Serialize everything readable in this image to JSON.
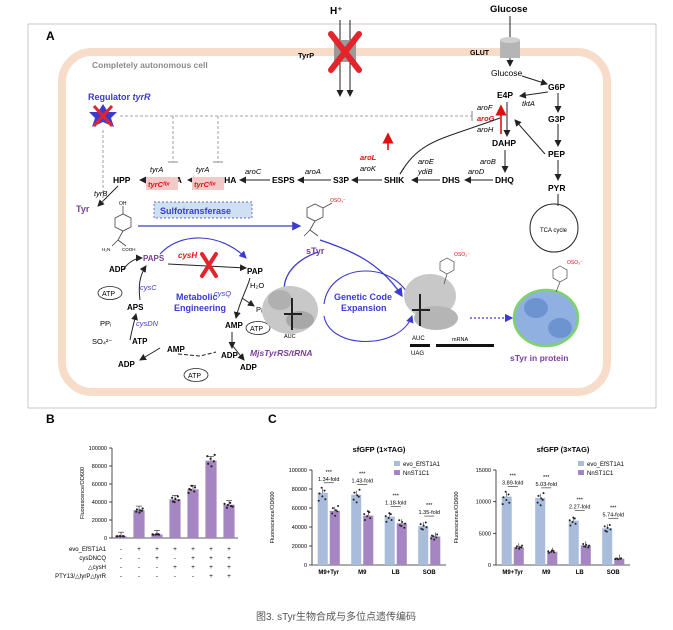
{
  "panelA": {
    "letter": "A",
    "cell_label": "Completely autonomous cell",
    "glucose_top": "Glucose",
    "glut": "GLUT",
    "glucose_in": "Glucose",
    "h_plus": "H⁺",
    "tyrp": "TyrP",
    "regulator_prefix": "Regulator ",
    "regulator_gene": "tyrR",
    "metabolites": {
      "g6p": "G6P",
      "e4p": "E4P",
      "g3p": "G3P",
      "pep": "PEP",
      "pyr": "PYR",
      "dahp": "DAHP",
      "dhq": "DHQ",
      "dhs": "DHS",
      "shik": "SHIK",
      "s3p": "S3P",
      "esps": "ESPS",
      "cha": "CHA",
      "ppa": "PPA",
      "hpp": "HPP",
      "tyr": "Tyr",
      "paps": "PAPS",
      "pap": "PAP",
      "h2o": "H₂O",
      "pi": "Pᵢ",
      "amp": "AMP",
      "atp": "ATP",
      "adp": "ADP",
      "aps": "APS",
      "ppi": "PPᵢ",
      "so4": "SO₄²⁻"
    },
    "genes": {
      "tkta": "tktA",
      "arof": "aroF",
      "arog": "aroG",
      "aroh": "aroH",
      "arob": "aroB",
      "arod": "aroD",
      "aroe": "aroE",
      "ydib": "ydiB",
      "arol": "aroL",
      "arok": "aroK",
      "aroa": "aroA",
      "aroc": "aroC",
      "tyra": "tyrA",
      "tyrcfbr": "tyrCᶠᵇʳ",
      "tyrb": "tyrB",
      "cysh": "cysH",
      "cysc": "cysC",
      "cysq": "cysQ",
      "cysdn": "cysDN"
    },
    "sulfotransferase": "Sulfotransferase",
    "metabolic_engineering": "Metabolic\nEngineering",
    "genetic_code_expansion": "Genetic Code\nExpansion",
    "styr": "sTyr",
    "rs_trna": "MjsTyrRS/tRNA",
    "auc": "AUC",
    "auc2": "AUC",
    "uag": "UAG",
    "mrna": "mRNA",
    "tca": "TCA cycle",
    "styr_protein": "sTyr in protein",
    "so3": "OSO₃⁻",
    "oh": "OH",
    "nh2": "H₂N",
    "cooh": "COOH"
  },
  "panelB": {
    "letter": "B",
    "ylabel": "Fluorescence/OD600",
    "yticks": [
      "0",
      "20000",
      "40000",
      "60000",
      "80000",
      "100000"
    ],
    "row_labels": [
      "evo_EfST1A1",
      "cysDNCQ",
      "△cysH",
      "PTY13/△tyrP△tyrR"
    ],
    "row_marks": [
      [
        "-",
        "+",
        "+",
        "+",
        "+",
        "+",
        "+"
      ],
      [
        "-",
        "-",
        "+",
        "-",
        "+",
        "+",
        "+"
      ],
      [
        "-",
        "-",
        "-",
        "+",
        "+",
        "+",
        "+"
      ],
      [
        "-",
        "-",
        "-",
        "-",
        "-",
        "+",
        "+"
      ]
    ],
    "bar_color": "#a686c2"
  },
  "panelC": {
    "letter": "C",
    "ylabel": "Fluorescence/OD600",
    "colors": {
      "evo": "#a9bcdc",
      "nn": "#a686c2"
    },
    "legend": [
      "evo_EfST1A1",
      "NnST1C1"
    ],
    "charts": [
      {
        "title": "sfGFP (1×TAG)",
        "ymax": 100000,
        "yticks": [
          "0",
          "20000",
          "40000",
          "60000",
          "80000",
          "100000"
        ],
        "categories": [
          "M9+Tyr",
          "M9",
          "LB",
          "SOB"
        ],
        "fold": [
          "1.34-fold",
          "1.43-fold",
          "1.18-fold",
          "1.35-fold"
        ],
        "stars": [
          "***",
          "***",
          "***",
          "***"
        ]
      },
      {
        "title": "sfGFP (3×TAG)",
        "ymax": 15000,
        "yticks": [
          "0",
          "5000",
          "10000",
          "15000"
        ],
        "categories": [
          "M9+Tyr",
          "M9",
          "LB",
          "SOB"
        ],
        "fold": [
          "3.89-fold",
          "5.03-fold",
          "2.27-fold",
          "5.74-fold"
        ],
        "stars": [
          "***",
          "***",
          "***",
          "***"
        ]
      }
    ]
  },
  "chart_data": [
    {
      "type": "bar",
      "categories": [
        "1",
        "2",
        "3",
        "4",
        "5",
        "6",
        "7"
      ],
      "values": [
        2000,
        31000,
        4000,
        43000,
        54000,
        86000,
        37000
      ],
      "xlabel": "",
      "ylabel": "Fluorescence/OD600",
      "ylim": [
        0,
        100000
      ],
      "grid": false
    },
    {
      "type": "bar",
      "title": "sfGFP (1×TAG)",
      "categories": [
        "M9+Tyr",
        "M9",
        "LB",
        "SOB"
      ],
      "series": [
        {
          "name": "evo_EfST1A1",
          "values": [
            76000,
            74000,
            51000,
            41000
          ]
        },
        {
          "name": "NnST1C1",
          "values": [
            57000,
            52000,
            44000,
            30000
          ]
        }
      ],
      "ylabel": "Fluorescence/OD600",
      "ylim": [
        0,
        100000
      ],
      "legend": "top-right",
      "grid": false
    },
    {
      "type": "bar",
      "title": "sfGFP (3×TAG)",
      "categories": [
        "M9+Tyr",
        "M9",
        "LB",
        "SOB"
      ],
      "series": [
        {
          "name": "evo_EfST1A1",
          "values": [
            10800,
            10600,
            7000,
            5800
          ]
        },
        {
          "name": "NnST1C1",
          "values": [
            2800,
            2100,
            3100,
            1000
          ]
        }
      ],
      "ylabel": "Fluorescence/OD600",
      "ylim": [
        0,
        15000
      ],
      "legend": "top-right",
      "grid": false
    }
  ],
  "caption": "图3. sTyr生物合成与多位点遗传编码"
}
